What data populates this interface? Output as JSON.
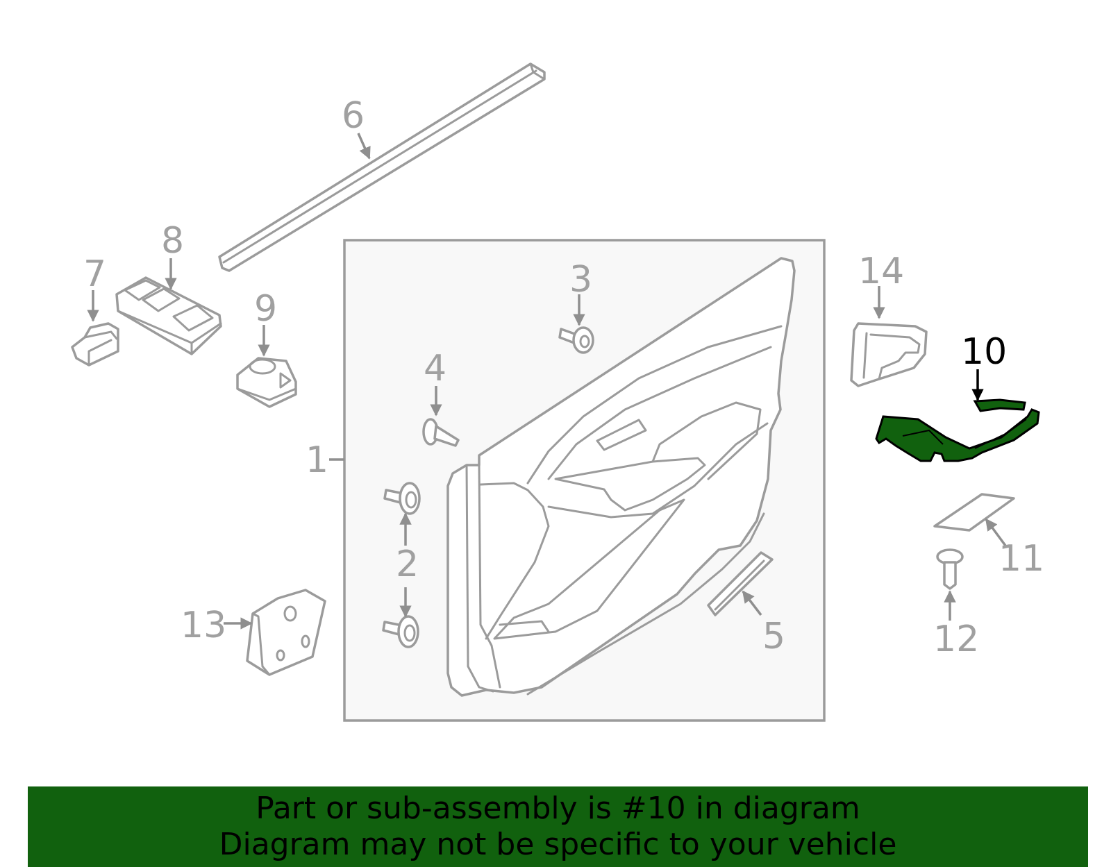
{
  "diagram": {
    "callouts": [
      {
        "id": "c1",
        "label": "1"
      },
      {
        "id": "c2",
        "label": "2"
      },
      {
        "id": "c3",
        "label": "3"
      },
      {
        "id": "c4",
        "label": "4"
      },
      {
        "id": "c5",
        "label": "5"
      },
      {
        "id": "c6",
        "label": "6"
      },
      {
        "id": "c7",
        "label": "7"
      },
      {
        "id": "c8",
        "label": "8"
      },
      {
        "id": "c9",
        "label": "9"
      },
      {
        "id": "c10",
        "label": "10",
        "highlighted": true
      },
      {
        "id": "c11",
        "label": "11"
      },
      {
        "id": "c12",
        "label": "12"
      },
      {
        "id": "c13",
        "label": "13"
      },
      {
        "id": "c14",
        "label": "14"
      }
    ],
    "highlight_color": "#11610e",
    "line_color": "#9b9b9b"
  },
  "banner": {
    "line1": "Part or sub-assembly is #10 in diagram",
    "line2": "Diagram may not be specific to your vehicle",
    "background": "#11610e"
  }
}
